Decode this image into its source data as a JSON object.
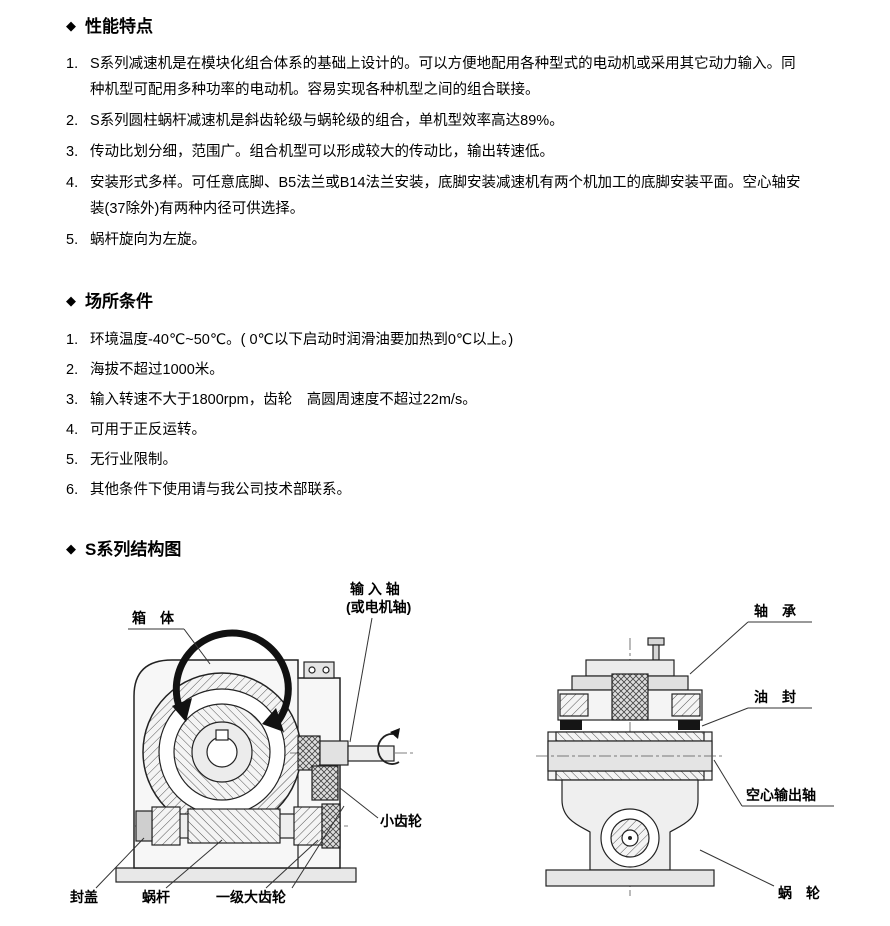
{
  "ui": {
    "bullet": "◆"
  },
  "features": {
    "title": "性能特点",
    "items": [
      {
        "num": "1.",
        "text": "S系列减速机是在模块化组合体系的基础上设计的。可以方便地配用各种型式的电动机或采用其它动力输入。同种机型可配用多种功率的电动机。容易实现各种机型之间的组合联接。"
      },
      {
        "num": "2.",
        "text": "S系列圆柱蜗杆减速机是斜齿轮级与蜗轮级的组合，单机型效率高达89%。"
      },
      {
        "num": "3.",
        "text": "传动比划分细，范围广。组合机型可以形成较大的传动比，输出转速低。"
      },
      {
        "num": "4.",
        "text": "安装形式多样。可任意底脚、B5法兰或B14法兰安装，底脚安装减速机有两个机加工的底脚安装平面。空心轴安装(37除外)有两种内径可供选择。"
      },
      {
        "num": "5.",
        "text": "蜗杆旋向为左旋。"
      }
    ]
  },
  "conditions": {
    "title": "场所条件",
    "items": [
      {
        "num": "1.",
        "text": "环境温度-40℃~50℃。( 0℃以下启动时润滑油要加热到0℃以上。)"
      },
      {
        "num": "2.",
        "text": "海拔不超过1000米。"
      },
      {
        "num": "3.",
        "text": "输入转速不大于1800rpm，齿轮　高圆周速度不超过22m/s。"
      },
      {
        "num": "4.",
        "text": "可用于正反运转。"
      },
      {
        "num": "5.",
        "text": "无行业限制。"
      },
      {
        "num": "6.",
        "text": "其他条件下使用请与我公司技术部联系。"
      }
    ]
  },
  "structure": {
    "title": "S系列结构图",
    "labels": {
      "housing": "箱　体",
      "input_shaft_line1": "输 入 轴",
      "input_shaft_line2": "(或电机轴)",
      "pinion": "小齿轮",
      "end_cover": "封盖",
      "worm": "蜗杆",
      "first_stage_gear": "一级大齿轮",
      "bearing": "轴　承",
      "oil_seal": "油　封",
      "hollow_output_shaft": "空心输出轴",
      "worm_wheel": "蜗　轮"
    }
  }
}
